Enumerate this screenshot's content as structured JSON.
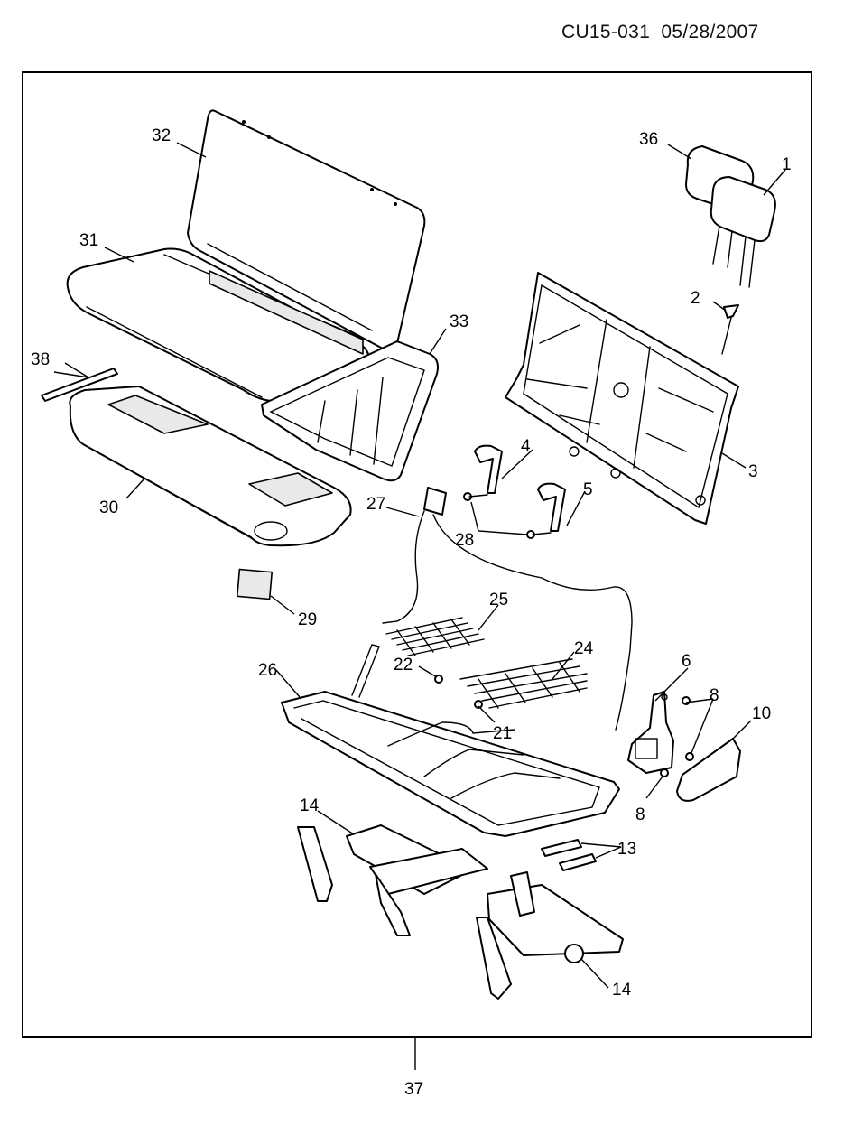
{
  "header": {
    "code": "CU15-031",
    "date": "05/28/2007"
  },
  "callouts": [
    "1",
    "2",
    "3",
    "4",
    "5",
    "6",
    "8",
    "8",
    "10",
    "13",
    "14",
    "14",
    "21",
    "22",
    "24",
    "25",
    "26",
    "27",
    "28",
    "29",
    "30",
    "31",
    "32",
    "33",
    "36",
    "37",
    "38"
  ],
  "colors": {
    "line": "#000000",
    "background": "#ffffff",
    "panel_fill": "#e9e9e9"
  }
}
